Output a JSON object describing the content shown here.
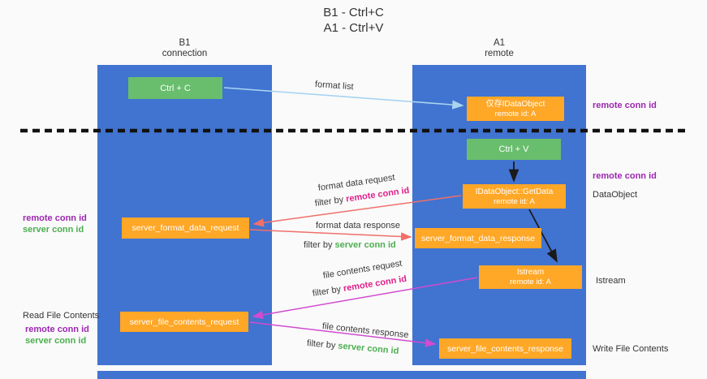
{
  "title": {
    "line1": "B1 - Ctrl+C",
    "line2": "A1 - Ctrl+V"
  },
  "lanes": {
    "left": {
      "name": "B1",
      "subtitle": "connection"
    },
    "right": {
      "name": "A1",
      "subtitle": "remote"
    }
  },
  "nodes": {
    "ctrl_c": {
      "label": "Ctrl + C"
    },
    "ctrl_v": {
      "label": "Ctrl + V"
    },
    "idataobject": {
      "line1": "仅存IDataObject",
      "line2": "remote id: A"
    },
    "getdata": {
      "line1": "IDataObject::GetData",
      "line2": "remote id: A"
    },
    "istream": {
      "line1": "Istream",
      "line2": "remote id: A"
    },
    "format_request": {
      "label": "server_format_data_request"
    },
    "format_response": {
      "label": "server_format_data_response"
    },
    "file_request": {
      "label": "server_file_contents_request"
    },
    "file_response": {
      "label": "server_file_contents_response"
    }
  },
  "edge_labels": {
    "format_list": "format list",
    "format_data_request": "format data request",
    "format_data_response": "format data response",
    "file_contents_request": "file contents request",
    "file_contents_response": "file contents response",
    "filter_by": "filter by",
    "remote_conn_id": "remote conn id",
    "server_conn_id": "server conn id"
  },
  "side_labels": {
    "remote_conn_id": "remote conn id",
    "server_conn_id": "server conn id",
    "dataobject": "DataObject",
    "istream": "Istream",
    "read_file_contents": "Read File Contents",
    "write_file_contents": "Write File Contents"
  },
  "colors": {
    "lane_blue": "#4173d0",
    "node_green": "#69be6e",
    "node_orange": "#ffa726",
    "purple_text": "#9c27b0",
    "pink_text": "#e0218a",
    "green_text": "#4caf50",
    "arrow_light_blue": "#a8d4f0",
    "arrow_red": "#f0706a",
    "arrow_magenta": "#d24bd0",
    "arrow_black": "#1a1a1a",
    "divider_black": "#111111",
    "background": "#fafafa"
  }
}
